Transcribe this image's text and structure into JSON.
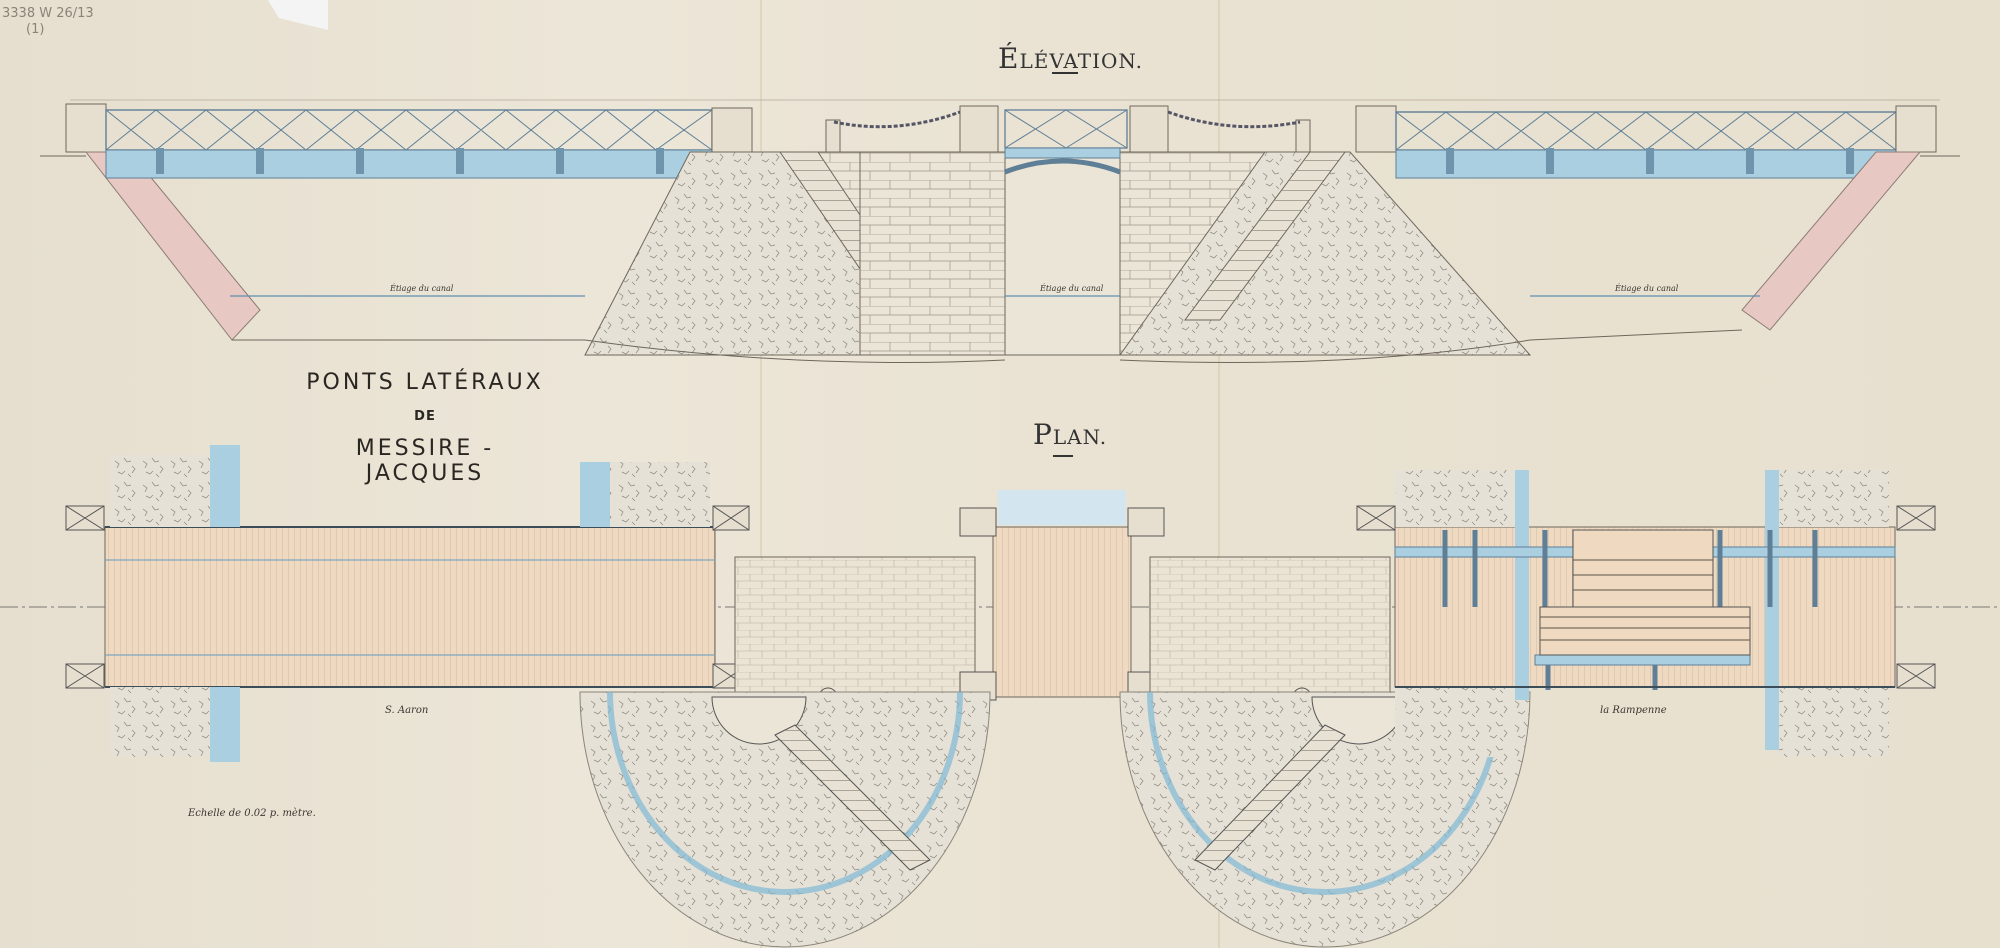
{
  "sheet": {
    "archive_ref": "3338 W 26/13",
    "archive_sub": "(1)"
  },
  "titles": {
    "elevation_cap": "É",
    "elevation_rest": "LÉVATION.",
    "plan_cap": "P",
    "plan_rest": "LAN.",
    "main_line1": "PONTS LATÉRAUX",
    "main_line2": "DE",
    "main_line3": "MESSIRE - JACQUES"
  },
  "annotations": {
    "water_level_left": "Étiage du canal",
    "water_level_center": "Étiage du canal",
    "water_level_right": "Étiage du canal",
    "left_bridge_label": "S. Aaron",
    "right_bridge_label": "la Rampenne",
    "scale_note": "Echelle de 0.02 p. mètre."
  },
  "colors": {
    "paper": "#e9e2d3",
    "ink": "#3b3a3a",
    "steel_blue": "#a9cfe0",
    "water_blue": "#7fb9d6",
    "timber": "#f0d8bf",
    "masonry": "#e4ded0",
    "dim_red": "#c0504d"
  }
}
